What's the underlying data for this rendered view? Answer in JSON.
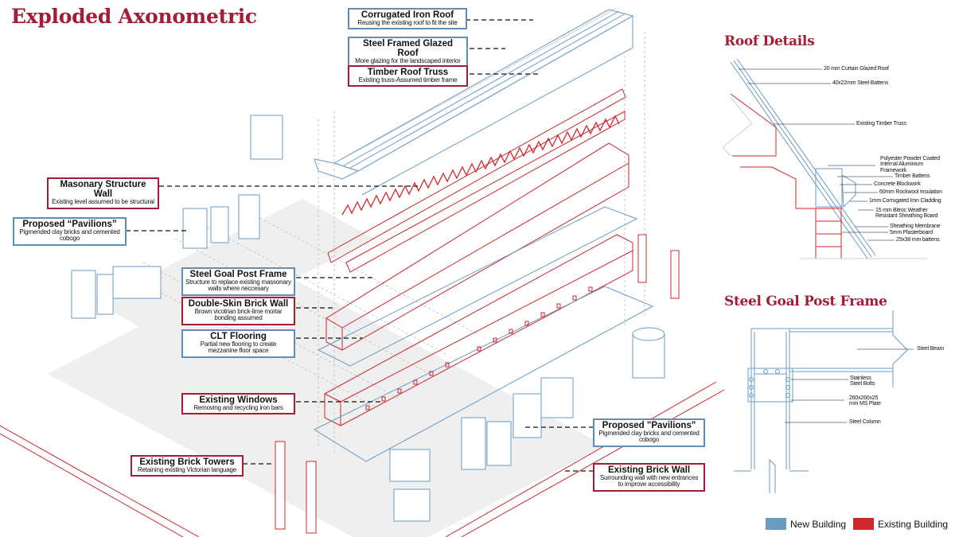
{
  "title": "Exploded Axonometric",
  "colors": {
    "new_building": "#6a9cc2",
    "existing_building": "#d0262e",
    "title": "#a51c37"
  },
  "labels": [
    {
      "id": "corrugated-iron-roof",
      "title": "Corrugated Iron Roof",
      "subtitle": "Reusing the existing roof to fit the site",
      "type": "new"
    },
    {
      "id": "steel-framed-glazed-roof",
      "title": "Steel Framed Glazed Roof",
      "subtitle": "More glazing for the landscaped interior",
      "type": "new"
    },
    {
      "id": "timber-roof-truss",
      "title": "Timber Roof Truss",
      "subtitle": "Existing truss-Assumed timber frame",
      "type": "existing"
    },
    {
      "id": "masonary-structure-wall",
      "title": "Masonary Structure Wall",
      "subtitle": "Existing level assumed to be structural",
      "type": "existing"
    },
    {
      "id": "proposed-pavilions-left",
      "title": "Proposed “Pavilions”",
      "subtitle": "Pigmended clay bricks and cemented cobogo",
      "type": "new"
    },
    {
      "id": "steel-goal-post-frame",
      "title": "Steel Goal Post Frame",
      "subtitle": "Structure to replace existing massonary walls where neccesary",
      "type": "new"
    },
    {
      "id": "double-skin-brick-wall",
      "title": "Double-Skin Brick Wall",
      "subtitle": "Brown vicotrian brick-lime mortar bonding assumed",
      "type": "existing"
    },
    {
      "id": "clt-flooring",
      "title": "CLT Flooring",
      "subtitle": "Partial new flooring to create mezzanine floor space",
      "type": "new"
    },
    {
      "id": "existing-windows",
      "title": "Existing Windows",
      "subtitle": "Removing and recycling iron bars",
      "type": "existing"
    },
    {
      "id": "existing-brick-towers",
      "title": "Existing Brick Towers",
      "subtitle": "Retaining existing Victorian language",
      "type": "existing"
    },
    {
      "id": "proposed-pavilions-right",
      "title": "Proposed \"Pavilions\"",
      "subtitle": "Pigmended clay bricks and cemented cobogo",
      "type": "new"
    },
    {
      "id": "existing-brick-wall",
      "title": "Existing Brick Wall",
      "subtitle": "Surrounding wall with new entrances to improve accessibility",
      "type": "existing"
    }
  ],
  "roof_details": {
    "title": "Roof Details",
    "annotations": [
      "20 mm Curtain Glazed Roof",
      "40x22mm Steel Battens",
      "Existing Timber Truss",
      "Polyester Powder Coated Internal Aluminium Framework",
      "Timber Battens",
      "Concrete Blockwork",
      "60mm Rockwool Insulation",
      "1mm Corrugated Iron Cladding",
      "15 mm Bitroc Weather Resistant Sheathing Board",
      "Sheathing Membrane",
      "5mm Plasterboard",
      "25x38 mm battens"
    ]
  },
  "steel_goal_post_frame": {
    "title": "Steel Goal Post Frame",
    "annotations": [
      "Steel Beam",
      "Stainless Steel Bolts",
      "260x260x25 mm MS Plate",
      "Steel Column"
    ]
  },
  "legend": [
    {
      "label": "New Building",
      "color": "#6a9cc2"
    },
    {
      "label": "Existing Building",
      "color": "#d0262e"
    }
  ]
}
